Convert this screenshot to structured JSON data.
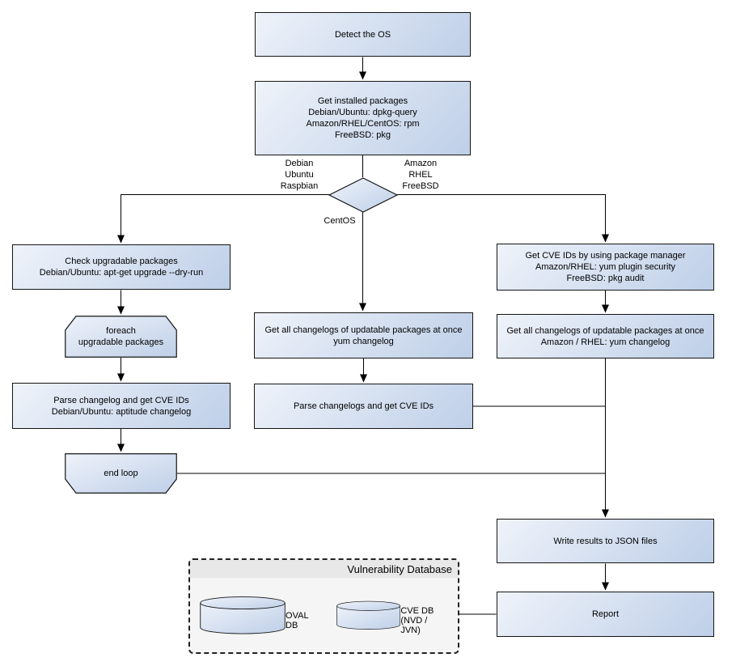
{
  "nodes": {
    "detect_os": "Detect the OS",
    "get_installed": "Get installed packages\nDebian/Ubuntu: dpkg-query\nAmazon/RHEL/CentOS: rpm\nFreeBSD: pkg",
    "check_upgradable": "Check upgradable packages\nDebian/Ubuntu: apt-get upgrade --dry-run",
    "foreach_loop": "foreach\nupgradable packages",
    "parse_changelog_debian": "Parse changelog and get CVE IDs\nDebian/Ubuntu: aptitude changelog",
    "end_loop": "end loop",
    "get_changelogs_centos": "Get all changelogs of updatable packages at once\nyum changelog",
    "parse_changelogs_centos": "Parse changelogs and get CVE IDs",
    "get_cve_ids_pkg_manager": "Get CVE IDs by using package manager\nAmazon/RHEL: yum plugin security\nFreeBSD: pkg audit",
    "get_changelogs_amazon_rhel": "Get all changelogs of updatable packages at once\nAmazon / RHEL: yum changelog",
    "write_json": "Write results to JSON files",
    "report": "Report"
  },
  "edge_labels": {
    "debian_branch": "Debian\nUbuntu\nRaspbian",
    "amazon_branch": "Amazon\nRHEL\nFreeBSD",
    "centos_branch": "CentOS"
  },
  "database": {
    "title": "Vulnerability Database",
    "cylinders": [
      {
        "label": "OVAL DB"
      },
      {
        "label": "CVE DB (NVD / JVN)"
      }
    ]
  },
  "colors": {
    "node_fill_light": "#EFF3FA",
    "node_fill_dark": "#BECFE8",
    "node_border": "#151515",
    "connector": "#000000",
    "db_body": "#F5F5F5",
    "db_header": "#E8E8E8",
    "db_border": "#222222"
  }
}
